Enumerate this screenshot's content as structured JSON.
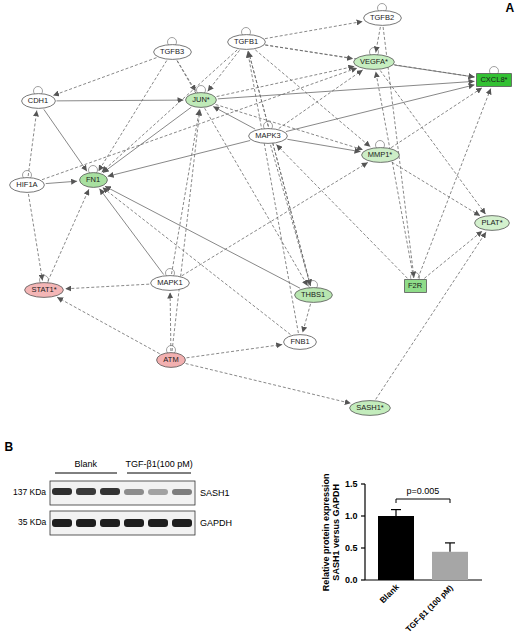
{
  "diagram": {
    "nodes": [
      {
        "text": [
          "TGFB2"
        ]
      },
      {
        "text": [
          "TGFB3"
        ]
      },
      {
        "text": [
          "TGFB1"
        ]
      },
      {
        "text": [
          "VEGFA*"
        ]
      },
      {
        "text": [
          "CXCL8*"
        ]
      },
      {
        "text": [
          "CDH1"
        ]
      },
      {
        "text": [
          "JUN*"
        ]
      },
      {
        "text": [
          "MAPK3"
        ]
      },
      {
        "text": [
          "MMP1*"
        ]
      },
      {
        "text": [
          "HIF1A"
        ]
      },
      {
        "text": [
          "FN1"
        ]
      },
      {
        "text": [
          "PLAT*"
        ]
      },
      {
        "text": [
          "STAT1*"
        ]
      },
      {
        "text": [
          "MAPK1"
        ]
      },
      {
        "text": [
          "THBS1"
        ]
      },
      {
        "text": [
          "F2R"
        ]
      },
      {
        "text": [
          "FNB1"
        ]
      },
      {
        "text": [
          "ATM"
        ]
      },
      {
        "text": [
          "SASH1*"
        ]
      }
    ],
    "edges": [
      {
        "from": 2,
        "to": 0,
        "arrow": "to"
      },
      {
        "from": 0,
        "to": 3,
        "arrow": "to"
      },
      {
        "from": 0,
        "to": 15,
        "arrow": "to"
      },
      {
        "from": 2,
        "to": 3,
        "arrow": "to"
      },
      {
        "from": 2,
        "to": 6,
        "arrow": "to"
      },
      {
        "from": 2,
        "to": 10,
        "arrow": "to"
      },
      {
        "from": 2,
        "to": 8,
        "arrow": "to"
      },
      {
        "from": 2,
        "to": 14,
        "arrow": "to"
      },
      {
        "from": 2,
        "to": 4,
        "arrow": "to"
      },
      {
        "from": 1,
        "to": 5,
        "arrow": "to"
      },
      {
        "from": 1,
        "to": 10,
        "arrow": "to"
      },
      {
        "from": 1,
        "to": 6,
        "arrow": "to"
      },
      {
        "from": 1,
        "to": 14,
        "arrow": "to"
      },
      {
        "from": 5,
        "to": 6,
        "arrow": "to"
      },
      {
        "from": 5,
        "to": 10,
        "arrow": "to"
      },
      {
        "from": 9,
        "to": 5,
        "arrow": "to"
      },
      {
        "from": 9,
        "to": 10,
        "arrow": "to"
      },
      {
        "from": 9,
        "to": 3,
        "arrow": "to"
      },
      {
        "from": 9,
        "to": 12,
        "arrow": "to"
      },
      {
        "from": 6,
        "to": 4,
        "arrow": "to"
      },
      {
        "from": 6,
        "to": 3,
        "arrow": "to"
      },
      {
        "from": 6,
        "to": 8,
        "arrow": "to"
      },
      {
        "from": 6,
        "to": 10,
        "arrow": "to"
      },
      {
        "from": 7,
        "to": 3,
        "arrow": "to"
      },
      {
        "from": 7,
        "to": 8,
        "arrow": "to"
      },
      {
        "from": 7,
        "to": 4,
        "arrow": "to"
      },
      {
        "from": 7,
        "to": 6,
        "arrow": "to"
      },
      {
        "from": 7,
        "to": 10,
        "arrow": "to"
      },
      {
        "from": 7,
        "to": 14,
        "arrow": "to"
      },
      {
        "from": 13,
        "to": 6,
        "arrow": "to"
      },
      {
        "from": 13,
        "to": 10,
        "arrow": "to"
      },
      {
        "from": 13,
        "to": 12,
        "arrow": "to"
      },
      {
        "from": 13,
        "to": 8,
        "arrow": "to"
      },
      {
        "from": 12,
        "to": 10,
        "arrow": "to"
      },
      {
        "from": 17,
        "to": 12,
        "arrow": "to"
      },
      {
        "from": 17,
        "to": 6,
        "arrow": "to"
      },
      {
        "from": 17,
        "to": 13,
        "arrow": "to"
      },
      {
        "from": 17,
        "to": 18,
        "arrow": "to"
      },
      {
        "from": 17,
        "to": 16,
        "arrow": "to"
      },
      {
        "from": 16,
        "to": 2,
        "arrow": "to"
      },
      {
        "from": 14,
        "to": 2,
        "arrow": "to"
      },
      {
        "from": 15,
        "to": 7,
        "arrow": "to"
      },
      {
        "from": 15,
        "to": 4,
        "arrow": "to"
      },
      {
        "from": 15,
        "to": 3,
        "arrow": "to"
      },
      {
        "from": 15,
        "to": 11,
        "arrow": "to"
      },
      {
        "from": 3,
        "to": 4,
        "arrow": "to"
      },
      {
        "from": 3,
        "to": 11,
        "arrow": "to"
      },
      {
        "from": 8,
        "to": 11,
        "arrow": "to"
      },
      {
        "from": 18,
        "to": 11,
        "arrow": "to"
      },
      {
        "from": 8,
        "to": 4,
        "arrow": "to"
      },
      {
        "from": 14,
        "to": 10,
        "arrow": "to"
      },
      {
        "from": 16,
        "to": 10,
        "arrow": "to"
      },
      {
        "from": 14,
        "to": 16,
        "arrow": "to"
      }
    ],
    "labels": [
      "A",
      "B",
      "Blank",
      "TGF-β1(100 pM)",
      "137 KDa",
      "35 KDa",
      "SASH1",
      "GAPDH",
      "1.5",
      "1.0",
      "0.5",
      "0.0",
      "p=0.005",
      "Relative protein expression SASH1 versus GAPDH",
      "Blank",
      "TGF-β1 (100 pM)"
    ]
  }
}
